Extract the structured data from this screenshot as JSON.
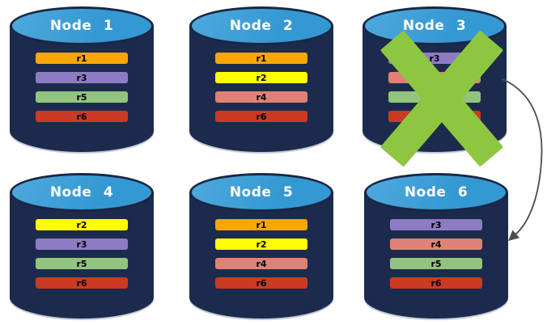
{
  "nodes": [
    {
      "title": "Node 1",
      "replicas": [
        {
          "label": "r1",
          "color": "#F9A602"
        },
        {
          "label": "r3",
          "color": "#8E7CC3"
        },
        {
          "label": "r5",
          "color": "#93C47D"
        },
        {
          "label": "r6",
          "color": "#CB3A23"
        }
      ]
    },
    {
      "title": "Node 2",
      "replicas": [
        {
          "label": "r1",
          "color": "#F9A602"
        },
        {
          "label": "r2",
          "color": "#FFFF00"
        },
        {
          "label": "r4",
          "color": "#E08273"
        },
        {
          "label": "r6",
          "color": "#CB3A23"
        }
      ]
    },
    {
      "title": "Node 3",
      "replicas": [
        {
          "label": "r3",
          "color": "#8E7CC3"
        },
        {
          "label": "r4",
          "color": "#E08273"
        },
        {
          "label": "r5",
          "color": "#93C47D"
        },
        {
          "label": "r6",
          "color": "#CB3A23"
        }
      ]
    },
    {
      "title": "Node 4",
      "replicas": [
        {
          "label": "r2",
          "color": "#FFFF00"
        },
        {
          "label": "r3",
          "color": "#8E7CC3"
        },
        {
          "label": "r5",
          "color": "#93C47D"
        },
        {
          "label": "r6",
          "color": "#CB3A23"
        }
      ]
    },
    {
      "title": "Node 5",
      "replicas": [
        {
          "label": "r1",
          "color": "#F9A602"
        },
        {
          "label": "r2",
          "color": "#FFFF00"
        },
        {
          "label": "r4",
          "color": "#E08273"
        },
        {
          "label": "r6",
          "color": "#CB3A23"
        }
      ]
    },
    {
      "title": "Node 6",
      "replicas": [
        {
          "label": "r3",
          "color": "#8E7CC3"
        },
        {
          "label": "r4",
          "color": "#E08273"
        },
        {
          "label": "r5",
          "color": "#93C47D"
        },
        {
          "label": "r6",
          "color": "#CB3A23"
        }
      ]
    }
  ],
  "failure": {
    "node": "Node 3"
  },
  "arrow": {
    "from": "Node 3",
    "to": "Node 6"
  },
  "colors": {
    "cylinder_body": "#1C2B4D",
    "cylinder_top": "#3A9AD3",
    "failure_x": "#8DC63F",
    "arrow": "#4D4D4D"
  }
}
